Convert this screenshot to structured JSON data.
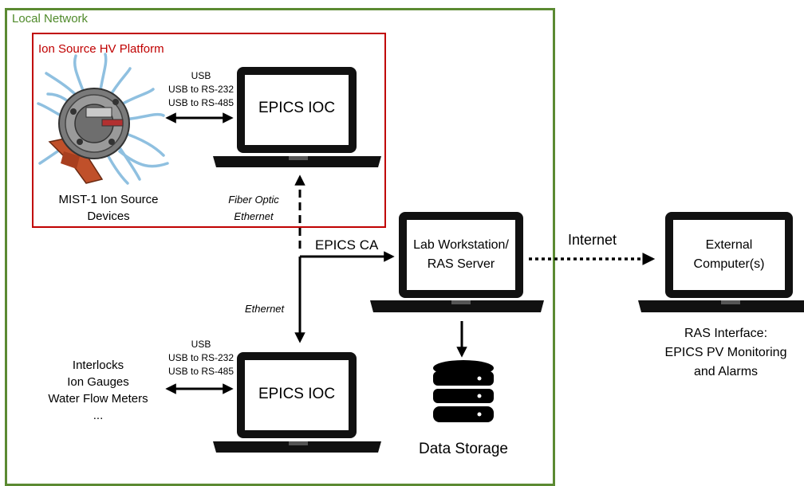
{
  "groups": {
    "local_network": "Local Network",
    "hv_platform": "Ion Source HV Platform"
  },
  "ion_source": {
    "caption_line1": "MIST-1 Ion Source",
    "caption_line2": "Devices"
  },
  "top_link": {
    "line1": "USB",
    "line2": "USB to RS-232",
    "line3": "USB to RS-485"
  },
  "bottom_link": {
    "line1": "USB",
    "line2": "USB to RS-232",
    "line3": "USB to RS-485"
  },
  "top_ioc": {
    "label": "EPICS IOC"
  },
  "bottom_ioc": {
    "label": "EPICS IOC"
  },
  "fiber": {
    "line1": "Fiber Optic",
    "line2": "Ethernet"
  },
  "epics_ca": "EPICS CA",
  "ethernet": "Ethernet",
  "workstation": {
    "line1": "Lab Workstation/",
    "line2": "RAS Server"
  },
  "internet": "Internet",
  "external": {
    "line1": "External",
    "line2": "Computer(s)"
  },
  "ras_interface": {
    "line1": "RAS Interface:",
    "line2": "EPICS PV Monitoring",
    "line3": "and Alarms"
  },
  "devices": {
    "line1": "Interlocks",
    "line2": "Ion Gauges",
    "line3": "Water Flow Meters",
    "line4": "..."
  },
  "storage": {
    "label": "Data Storage"
  },
  "colors": {
    "local_network_border": "#5b8a32",
    "hv_platform_border": "#c00000",
    "ion_source_accent": "#c0502a",
    "tubing": "#8fc0e0"
  }
}
